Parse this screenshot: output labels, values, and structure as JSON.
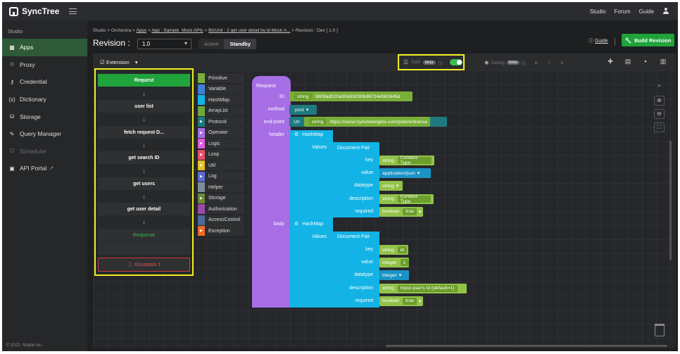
{
  "app": {
    "name": "SyncTree"
  },
  "topnav": {
    "studio": "Studio",
    "forum": "Forum",
    "guide": "Guide"
  },
  "sidebar": {
    "section": "Studio",
    "items": [
      {
        "label": "Apps",
        "icon": "grid-icon",
        "active": true
      },
      {
        "label": "Proxy",
        "icon": "proxy-icon"
      },
      {
        "label": "Credential",
        "icon": "key-icon"
      },
      {
        "label": "Dictionary",
        "icon": "dictionary-icon"
      },
      {
        "label": "Storage",
        "icon": "database-icon"
      },
      {
        "label": "Query Manager",
        "icon": "edit-icon"
      },
      {
        "label": "Scheduler",
        "icon": "calendar-icon",
        "disabled": true
      },
      {
        "label": "API Portal",
        "icon": "portal-icon"
      }
    ],
    "footer": "© 2023. Ntuple Inc."
  },
  "header": {
    "breadcrumb_prefix": "Studio > Orchestra > ",
    "bc_apps": "Apps",
    "bc_sep1": " > ",
    "bc_app": "App : Sample_Mock APIs",
    "bc_sep2": " > ",
    "bc_bizunit": "BizUnit : 2 get user detail by id Mock A...",
    "bc_suffix": " > Revision : Dev [ 1.0 ]",
    "revision_label": "Revision :",
    "revision_value": "1.0",
    "tab_active": "Active",
    "tab_standby": "Standby",
    "guide": "Guide",
    "build_button": "Build Revision"
  },
  "toolbar": {
    "extension": "Extension",
    "split": "Split",
    "beta": "beta",
    "debug": "Debug"
  },
  "flow": {
    "steps": [
      "Request",
      "user list",
      "fetch request D...",
      "get search ID",
      "get users",
      "get user detail",
      "Response"
    ],
    "exception": "Exception 1"
  },
  "categories": [
    {
      "label": "Primitive",
      "color": "#7aae38"
    },
    {
      "label": "Variable",
      "color": "#3f7fd6"
    },
    {
      "label": "HashMap",
      "color": "#13b3e6"
    },
    {
      "label": "ArrayList",
      "color": "#6fa83a"
    },
    {
      "label": "Protocol",
      "color": "#1e7a80"
    },
    {
      "label": "Operator",
      "color": "#a76ee6"
    },
    {
      "label": "Logic",
      "color": "#e05ae0"
    },
    {
      "label": "Loop",
      "color": "#e8506a"
    },
    {
      "label": "Util",
      "color": "#e8c020"
    },
    {
      "label": "Log",
      "color": "#5a6ad6"
    },
    {
      "label": "Helper",
      "color": "#7e8d9a"
    },
    {
      "label": "Storage",
      "color": "#6b8a3a"
    },
    {
      "label": "Authorization",
      "color": "#9a4aa8"
    },
    {
      "label": "AccessControl",
      "color": "#4a6a9a"
    },
    {
      "label": "Exception",
      "color": "#ee6a2a"
    }
  ],
  "request_block": {
    "title": "Request",
    "id_label": "ID",
    "id_type": "string",
    "id_value": "3609ad020a30a53030bd6724e562645d",
    "method_label": "method",
    "method_value": "post",
    "endpoint_label": "end-point",
    "endpoint_type": "Url",
    "endpoint_inner_type": "string",
    "endpoint_value": "https://seoul.synctreengine.com/plan/entrance",
    "header_label": "header",
    "body_label": "body"
  },
  "header_map": {
    "title": "HashMap",
    "values_label": "Values",
    "pair_title": "Document Pair",
    "rows": [
      {
        "label": "key",
        "type": "string",
        "value": "Content-Type"
      },
      {
        "label": "value",
        "type": "application/json",
        "value": ""
      },
      {
        "label": "datatype",
        "type": "string",
        "value": ""
      },
      {
        "label": "description",
        "type": "string",
        "value": "Content-Type"
      },
      {
        "label": "required",
        "type": "boolean",
        "value": "true"
      }
    ]
  },
  "body_map": {
    "title": "HashMap",
    "values_label": "Values",
    "pair_title": "Document Pair",
    "rows": [
      {
        "label": "key",
        "type": "string",
        "value": "id"
      },
      {
        "label": "value",
        "type": "integer",
        "value": "1"
      },
      {
        "label": "datatype",
        "type": "integer",
        "value": ""
      },
      {
        "label": "description",
        "type": "string",
        "value": "Input user's Id (default=1)"
      },
      {
        "label": "required",
        "type": "boolean",
        "value": "true"
      }
    ]
  }
}
